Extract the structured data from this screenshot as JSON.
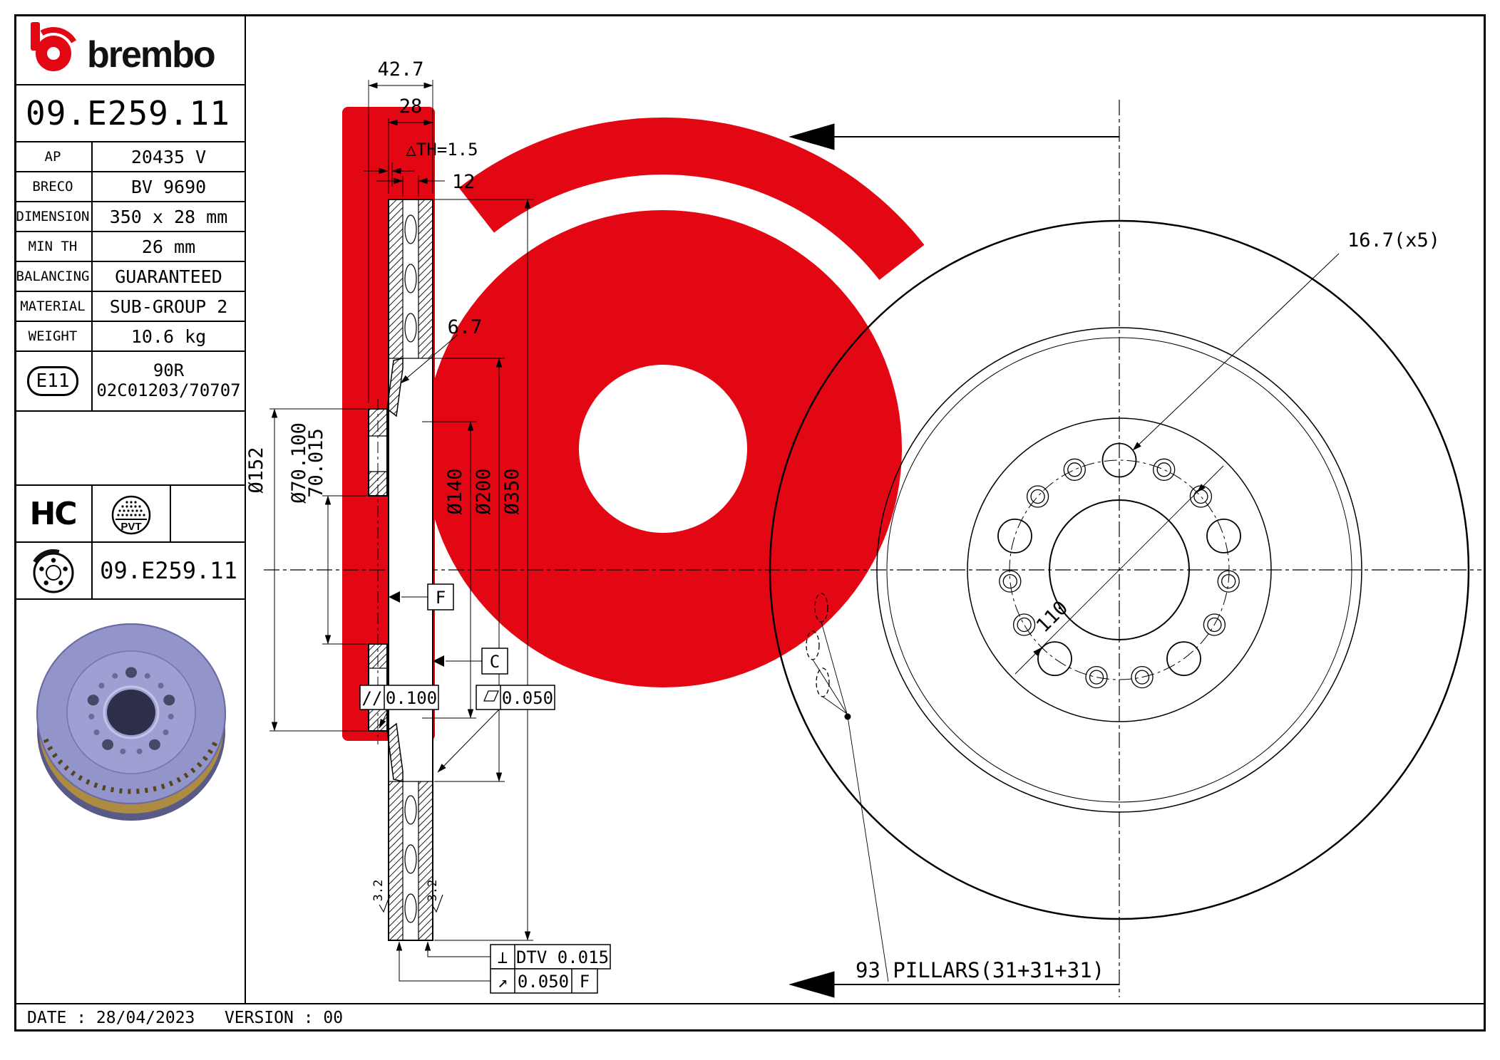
{
  "brand": {
    "name": "brembo",
    "accent": "#e30613"
  },
  "part": {
    "number": "09.E259.11"
  },
  "specs": [
    {
      "label": "AP",
      "value": "20435 V"
    },
    {
      "label": "BRECO",
      "value": "BV 9690"
    },
    {
      "label": "DIMENSION",
      "value": "350 x 28 mm"
    },
    {
      "label": "MIN TH",
      "value": "26 mm"
    },
    {
      "label": "BALANCING",
      "value": "GUARANTEED"
    },
    {
      "label": "MATERIAL",
      "value": "SUB-GROUP 2"
    },
    {
      "label": "WEIGHT",
      "value": "10.6 kg"
    }
  ],
  "approval": {
    "badge": "E11",
    "line1": "90R",
    "line2": "02C01203/70707"
  },
  "marks": {
    "hc": "HC",
    "pvt": "PVT"
  },
  "section_view": {
    "total_width": "42.7",
    "thickness": "28",
    "wear_indicator": "△TH=1.5",
    "vent_gap": "12",
    "wall": "6.7",
    "dia_hat": "Ø152",
    "dia_bore_hi": "Ø70.100",
    "dia_bore_lo": "70.015",
    "dia_inner": "Ø140",
    "dia_mount": "Ø200",
    "dia_outer": "Ø350",
    "datum_f": "F",
    "datum_c": "C",
    "sym_parallel": "//",
    "tol_parallel": "0.100",
    "tol_flat": "0.050",
    "sym_dtv": "⊥",
    "dtv": "DTV 0.015",
    "sym_runout": "↗",
    "runout": "0.050",
    "runout_datum": "F",
    "roughness": "3.2"
  },
  "front_view": {
    "bolt_hole_dia": "16.7(x5)",
    "bolt_circle": "110",
    "pillars": "93 PILLARS(31+31+31)"
  },
  "footer": {
    "date_line": "DATE : 28/04/2023   VERSION : 00"
  }
}
